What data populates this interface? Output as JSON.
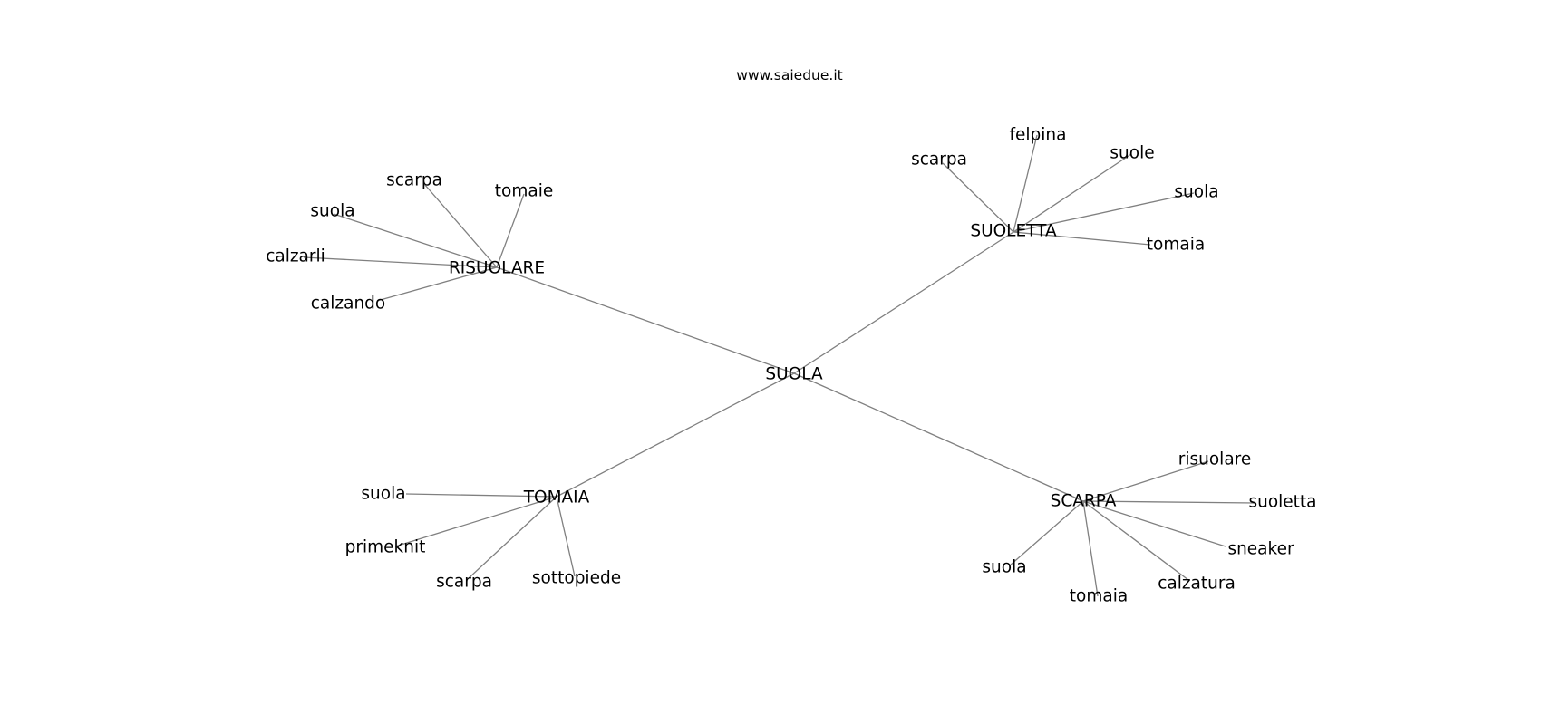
{
  "source": "www.saiedue.it",
  "graph": {
    "root": "SUOLA",
    "clusters": [
      {
        "hub": "RISUOLARE",
        "leaves": [
          "scarpa",
          "tomaie",
          "suola",
          "calzarli",
          "calzando"
        ]
      },
      {
        "hub": "SUOLETTA",
        "leaves": [
          "felpina",
          "scarpa",
          "suole",
          "suola",
          "tomaia"
        ]
      },
      {
        "hub": "TOMAIA",
        "leaves": [
          "suola",
          "primeknit",
          "scarpa",
          "sottopiede"
        ]
      },
      {
        "hub": "SCARPA",
        "leaves": [
          "risuolare",
          "suoletta",
          "sneaker",
          "suola",
          "tomaia",
          "calzatura"
        ]
      }
    ]
  }
}
